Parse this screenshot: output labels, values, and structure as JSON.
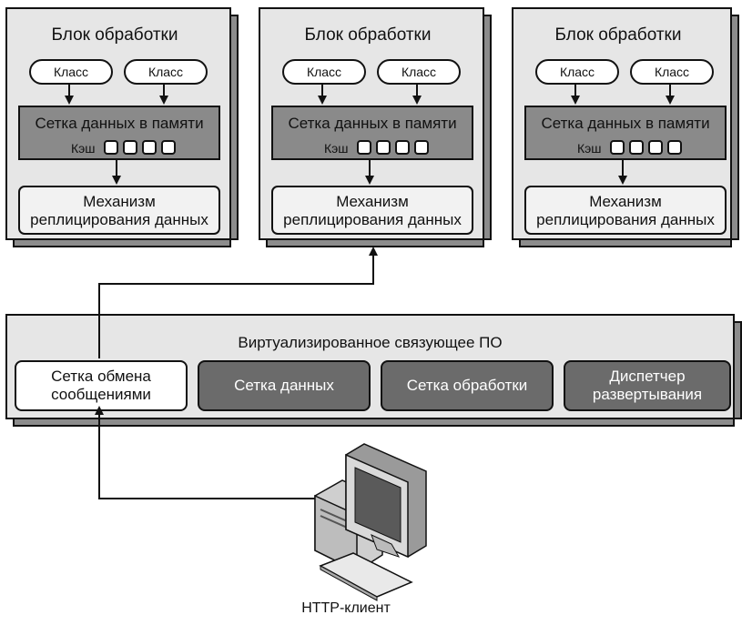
{
  "units": [
    {
      "title": "Блок обработки",
      "class_a": "Класс",
      "class_b": "Класс",
      "grid": "Сетка данных в памяти",
      "cache": "Кэш",
      "repl_line1": "Механизм",
      "repl_line2": "реплицирования данных"
    },
    {
      "title": "Блок обработки",
      "class_a": "Класс",
      "class_b": "Класс",
      "grid": "Сетка данных в памяти",
      "cache": "Кэш",
      "repl_line1": "Механизм",
      "repl_line2": "реплицирования данных"
    },
    {
      "title": "Блок обработки",
      "class_a": "Класс",
      "class_b": "Класс",
      "grid": "Сетка данных в памяти",
      "cache": "Кэш",
      "repl_line1": "Механизм",
      "repl_line2": "реплицирования данных"
    }
  ],
  "middleware": {
    "title": "Виртуализированное связующее ПО",
    "messaging_line1": "Сетка обмена",
    "messaging_line2": "сообщениями",
    "data_grid": "Сетка данных",
    "processing_grid": "Сетка обработки",
    "deploy_line1": "Диспетчер",
    "deploy_line2": "развертывания"
  },
  "client": {
    "label": "HTTP-клиент",
    "icon": "desktop-computer-icon"
  },
  "colors": {
    "box_face": "#e6e6e6",
    "box_side": "#8c8c8c",
    "grid_band": "#8a8a8a",
    "dark_item": "#6b6b6b"
  }
}
